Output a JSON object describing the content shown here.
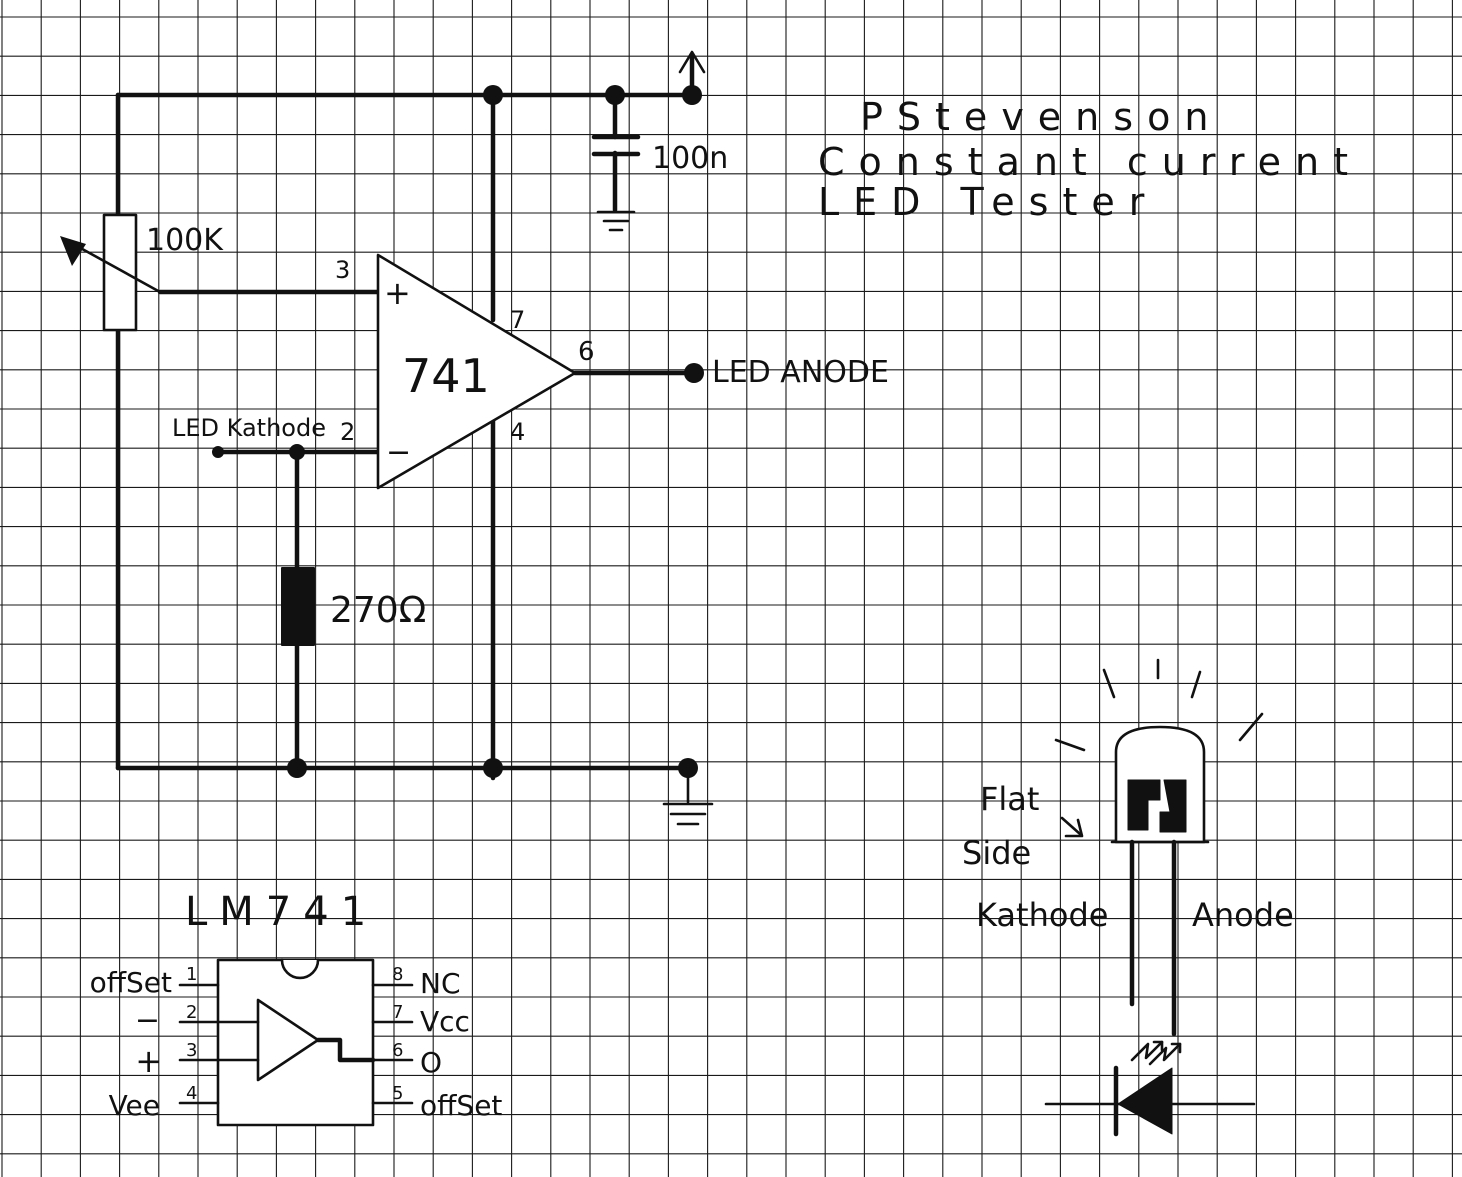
{
  "title": {
    "line1": "PStevenson",
    "line2": "Constant current",
    "line3": "LED Tester"
  },
  "schematic": {
    "pot_label": "100K",
    "capacitor_label": "100n",
    "resistor_label": "270Ω",
    "opamp_label": "741",
    "pin_plus_number": "3",
    "pin_plus_sign": "+",
    "pin_minus_number": "2",
    "pin_minus_sign": "−",
    "pin_vcc_number": "7",
    "pin_gnd_number": "4",
    "pin_out_number": "6",
    "cathode_label": "LED Kathode",
    "anode_label": "LED ANODE"
  },
  "pinout": {
    "title": "LM741",
    "left_pins": [
      {
        "num": "1",
        "label": "offSet"
      },
      {
        "num": "2",
        "label": "−"
      },
      {
        "num": "3",
        "label": "+"
      },
      {
        "num": "4",
        "label": "Vee"
      }
    ],
    "right_pins": [
      {
        "num": "8",
        "label": "NC"
      },
      {
        "num": "7",
        "label": "Vcc"
      },
      {
        "num": "6",
        "label": "O"
      },
      {
        "num": "5",
        "label": "offSet"
      }
    ]
  },
  "led": {
    "flat_side_line1": "Flat",
    "flat_side_line2": "Side",
    "kathode_label": "Kathode",
    "anode_label": "Anode"
  },
  "colors": {
    "ink": "#111111",
    "grid": "#1a1a1a",
    "paper": "#ffffff"
  }
}
